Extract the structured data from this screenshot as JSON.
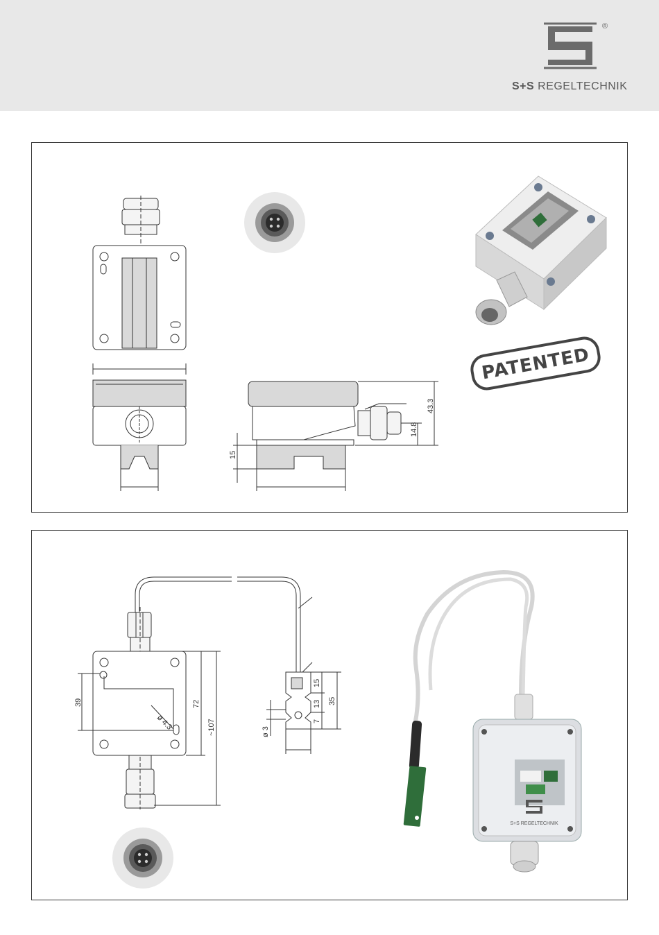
{
  "header": {
    "brand_prefix": "S+S",
    "brand_suffix": " REGELTECHNIK",
    "registered_mark": "®"
  },
  "panel_top": {
    "dims": {
      "height_total": "43.3",
      "height_gland": "14.8",
      "base_height": "15"
    },
    "stamp_text": "PATENTED"
  },
  "panel_bottom": {
    "dims": {
      "mount_spacing": "39",
      "hole_diameter": "ø 4.3",
      "box_height": "72",
      "total_height": "~107",
      "sensor_15": "15",
      "sensor_13": "13",
      "sensor_7": "7",
      "sensor_35": "35",
      "sensor_dia": "ø 3"
    },
    "device_brand": "S+S REGELTECHNIK"
  },
  "colors": {
    "header_bg": "#e8e8e8",
    "logo_grey": "#6b6b6b",
    "line": "#333333",
    "housing_grey": "#d9d9d9",
    "pcb_green": "#2f6e3a"
  }
}
